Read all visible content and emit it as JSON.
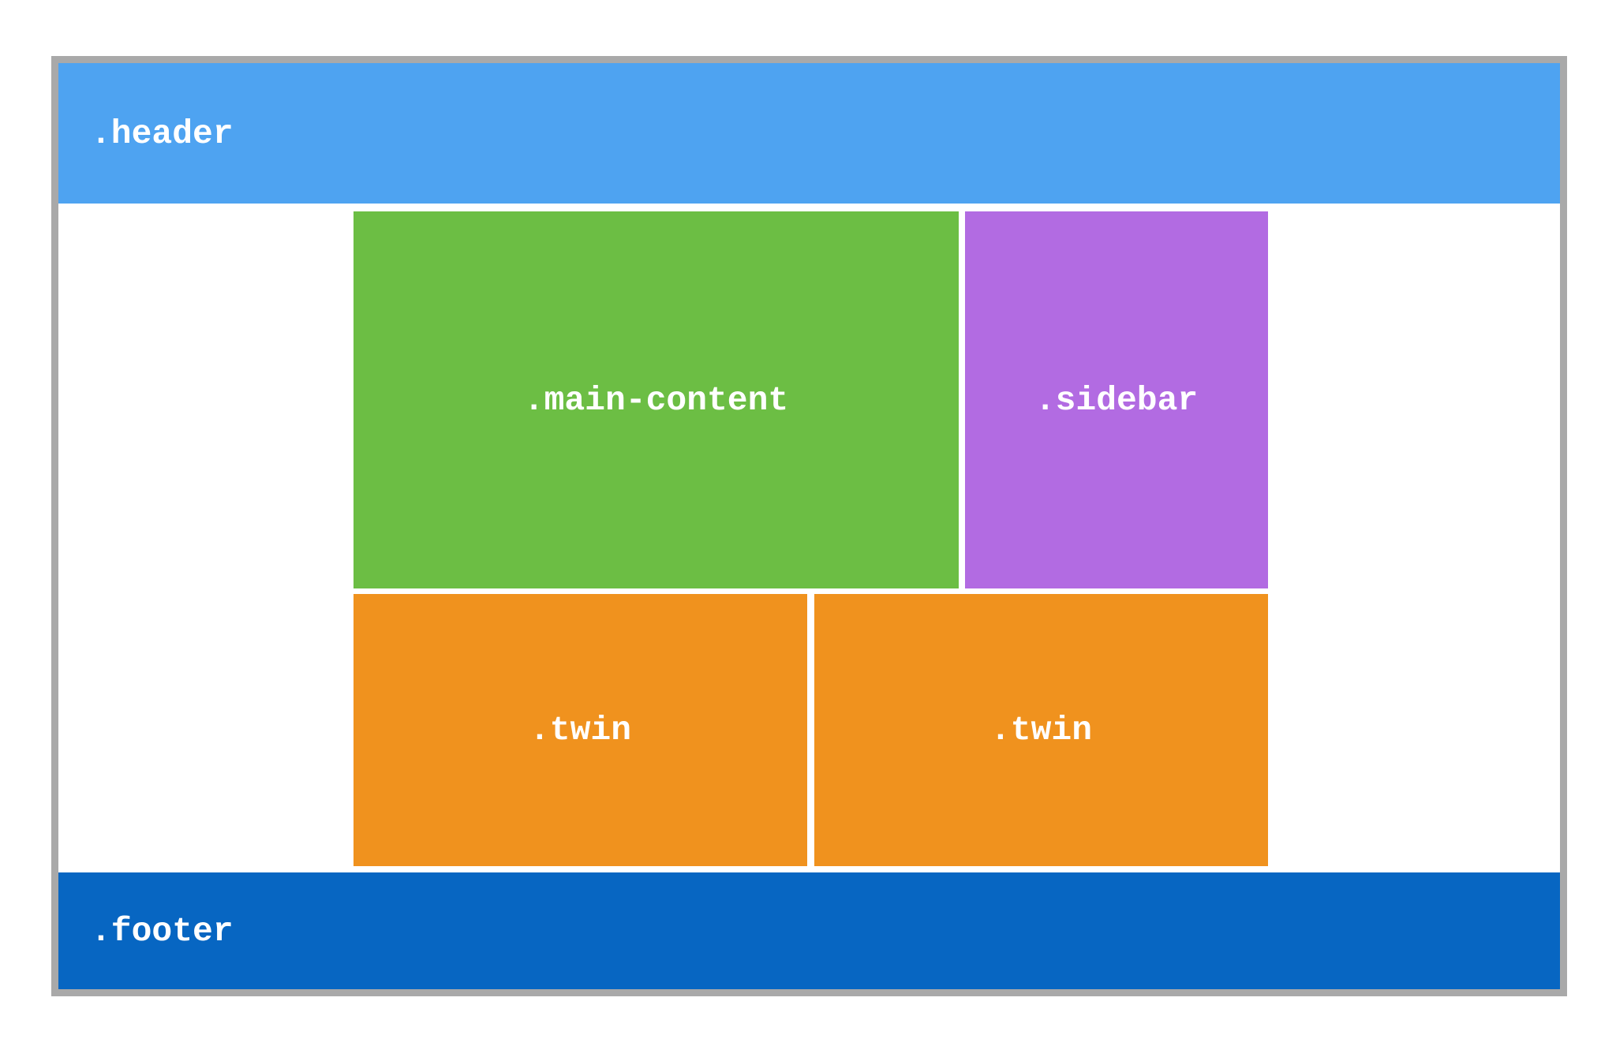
{
  "page": {
    "background": "#ffffff",
    "text_color": "#ffffff"
  },
  "frame": {
    "border_color": "#a9a9a9",
    "inner_background": "#ffffff"
  },
  "boxes": {
    "header": {
      "label": ".header",
      "color": "#4ea3f1"
    },
    "main_content": {
      "label": ".main-content",
      "color": "#6cbe44"
    },
    "sidebar": {
      "label": ".sidebar",
      "color": "#b26be2"
    },
    "twin_left": {
      "label": ".twin",
      "color": "#f0921e"
    },
    "twin_right": {
      "label": ".twin",
      "color": "#f0921e"
    },
    "footer": {
      "label": ".footer",
      "color": "#0766c2"
    }
  }
}
